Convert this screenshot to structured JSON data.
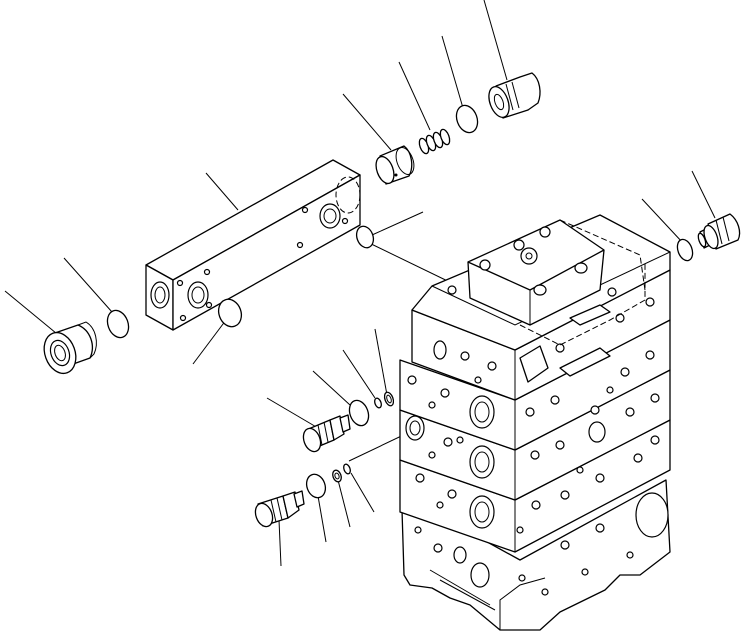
{
  "diagram": {
    "background": "#ffffff",
    "line_color": "#000000",
    "parts": [
      {
        "id": "plug-large-left",
        "icon": "plug"
      },
      {
        "id": "o-ring-left",
        "icon": "o-ring"
      },
      {
        "id": "manifold-block",
        "icon": "block"
      },
      {
        "id": "o-ring-block-bottom",
        "icon": "o-ring"
      },
      {
        "id": "o-ring-block-side",
        "icon": "o-ring"
      },
      {
        "id": "sleeve",
        "icon": "sleeve"
      },
      {
        "id": "spring",
        "icon": "spring"
      },
      {
        "id": "o-ring-top",
        "icon": "o-ring"
      },
      {
        "id": "plug-top",
        "icon": "plug"
      },
      {
        "id": "o-ring-right",
        "icon": "o-ring"
      },
      {
        "id": "valve-right",
        "icon": "valve"
      },
      {
        "id": "valve-mid-left",
        "icon": "valve"
      },
      {
        "id": "o-ring-mid",
        "icon": "o-ring"
      },
      {
        "id": "washer-small-mid",
        "icon": "washer"
      },
      {
        "id": "ring-small-mid",
        "icon": "ring"
      },
      {
        "id": "valve-low-left",
        "icon": "valve"
      },
      {
        "id": "o-ring-low",
        "icon": "o-ring"
      },
      {
        "id": "washer-low",
        "icon": "washer"
      },
      {
        "id": "ring-low",
        "icon": "ring"
      },
      {
        "id": "control-valve-body",
        "icon": "valve-body"
      }
    ]
  }
}
